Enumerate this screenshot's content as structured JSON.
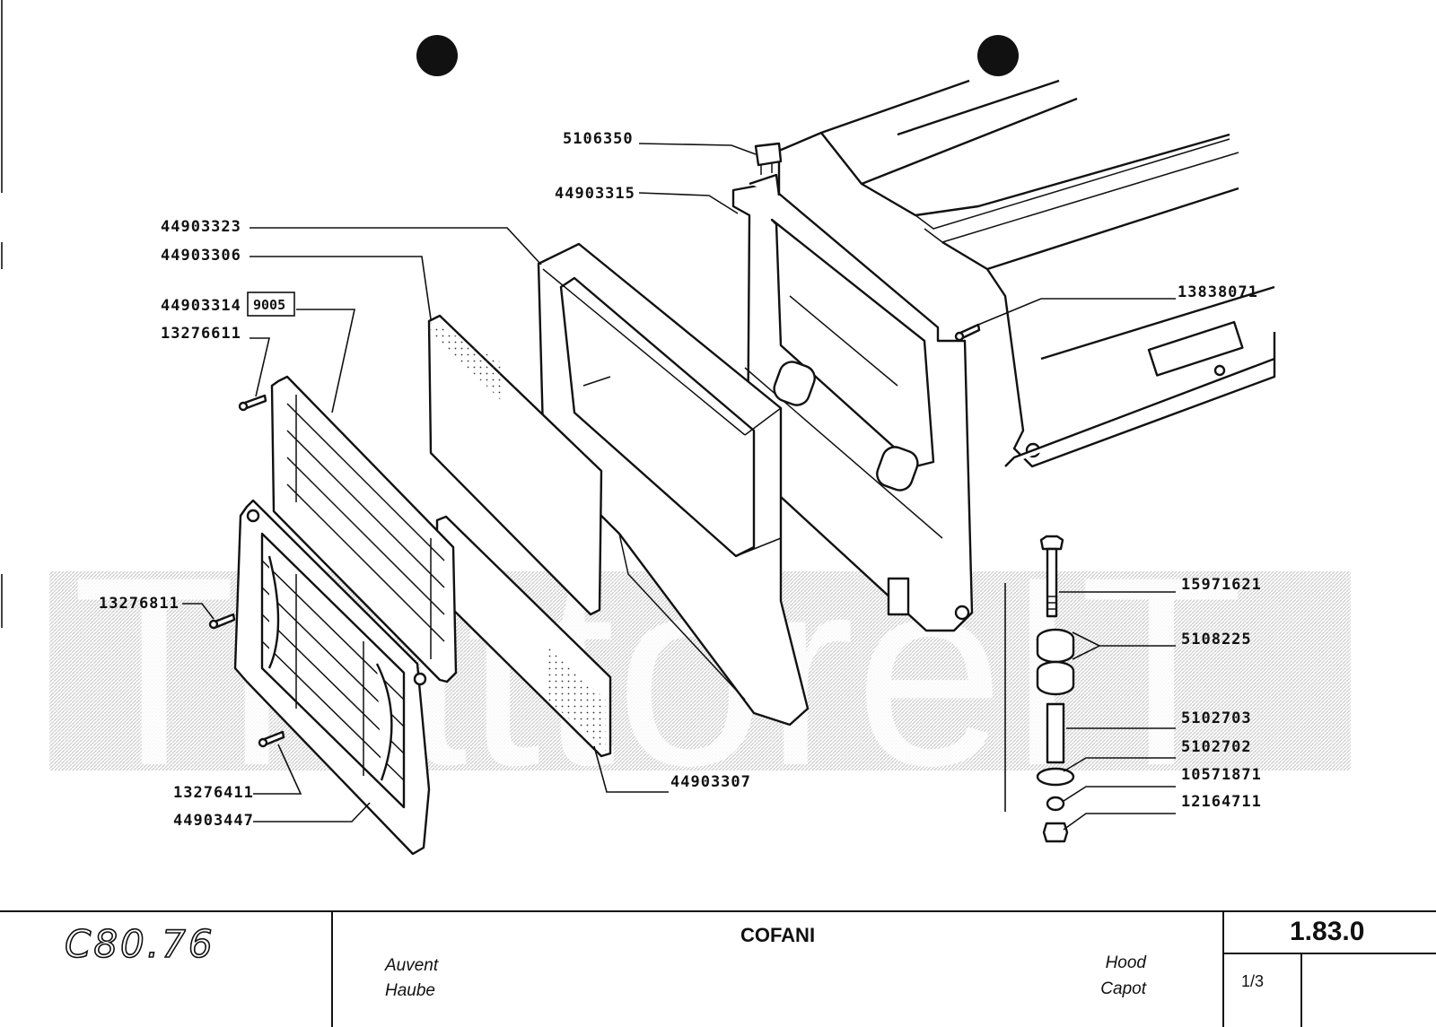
{
  "watermark": "TrattoreIT",
  "parts": [
    {
      "number": "5106350"
    },
    {
      "number": "44903315"
    },
    {
      "number": "44903323"
    },
    {
      "number": "44903306"
    },
    {
      "number": "44903314",
      "badge": "9005"
    },
    {
      "number": "13276611"
    },
    {
      "number": "13838071"
    },
    {
      "number": "15971621"
    },
    {
      "number": "5108225"
    },
    {
      "number": "5102703"
    },
    {
      "number": "5102702"
    },
    {
      "number": "10571871"
    },
    {
      "number": "12164711"
    },
    {
      "number": "13276811"
    },
    {
      "number": "13276411"
    },
    {
      "number": "44903447"
    },
    {
      "number": "44903307"
    }
  ],
  "title_block": {
    "model_logo": "C80.76",
    "title": "COFANI",
    "lang_left": [
      "Auvent",
      "Haube"
    ],
    "lang_right": [
      "Hood",
      "Capot"
    ],
    "page_code": "1.83.0",
    "sheet": "1/3"
  },
  "colors": {
    "ink": "#111111",
    "watermark": "#9a9a9a",
    "paper": "#ffffff"
  }
}
